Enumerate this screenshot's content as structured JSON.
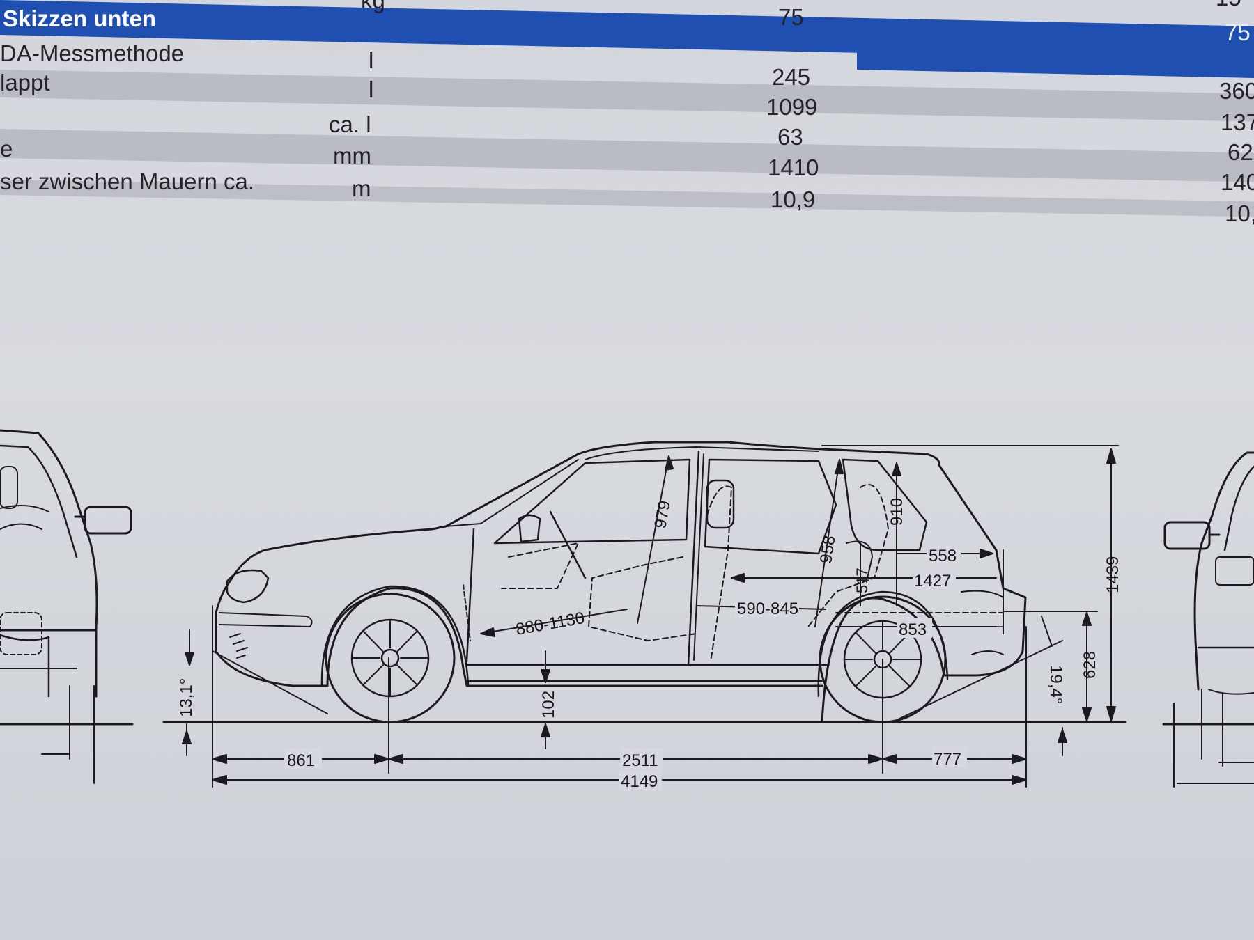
{
  "table": {
    "header_label": "Skizzen unten",
    "header_unit": "kg",
    "header_value": "75",
    "header_value_right": "75",
    "top_right_fragment": "15",
    "rows": [
      {
        "label": "DA-Messmethode",
        "unit": "l",
        "value": "",
        "value_right": ""
      },
      {
        "label": "lappt",
        "unit": "l",
        "value": "245",
        "value_right": "360"
      },
      {
        "label": "",
        "unit": "ca. l",
        "value": "1099",
        "value_right": "137"
      },
      {
        "label": "e",
        "unit": "mm",
        "value": "63",
        "value_right": "62"
      },
      {
        "label": "ser zwischen Mauern ca.",
        "unit": "m",
        "value": "1410",
        "value_right": "140"
      },
      {
        "label": "",
        "unit": "",
        "value": "10,9",
        "value_right": "10,"
      }
    ]
  },
  "drawing": {
    "dimensions": {
      "overall_length": "4149",
      "front_overhang": "861",
      "wheelbase": "2511",
      "rear_overhang": "777",
      "height": "1439",
      "ground_clearance": "102",
      "rear_loading_height": "628",
      "approach_angle": "13,1°",
      "departure_angle": "19,4°",
      "front_legroom": "880-1130",
      "front_headroom": "979",
      "rear_headroom": "958",
      "rear_legroom": "590-845",
      "trunk_height": "910",
      "trunk_length_top": "558",
      "trunk_length_mid": "1427",
      "trunk_length_floor": "853",
      "seat_height": "517"
    }
  },
  "colors": {
    "header_band": "#1f4fb0",
    "row_shade": "#b9bcc3",
    "paper": "#d5d8de",
    "ink": "#1a1b20"
  }
}
